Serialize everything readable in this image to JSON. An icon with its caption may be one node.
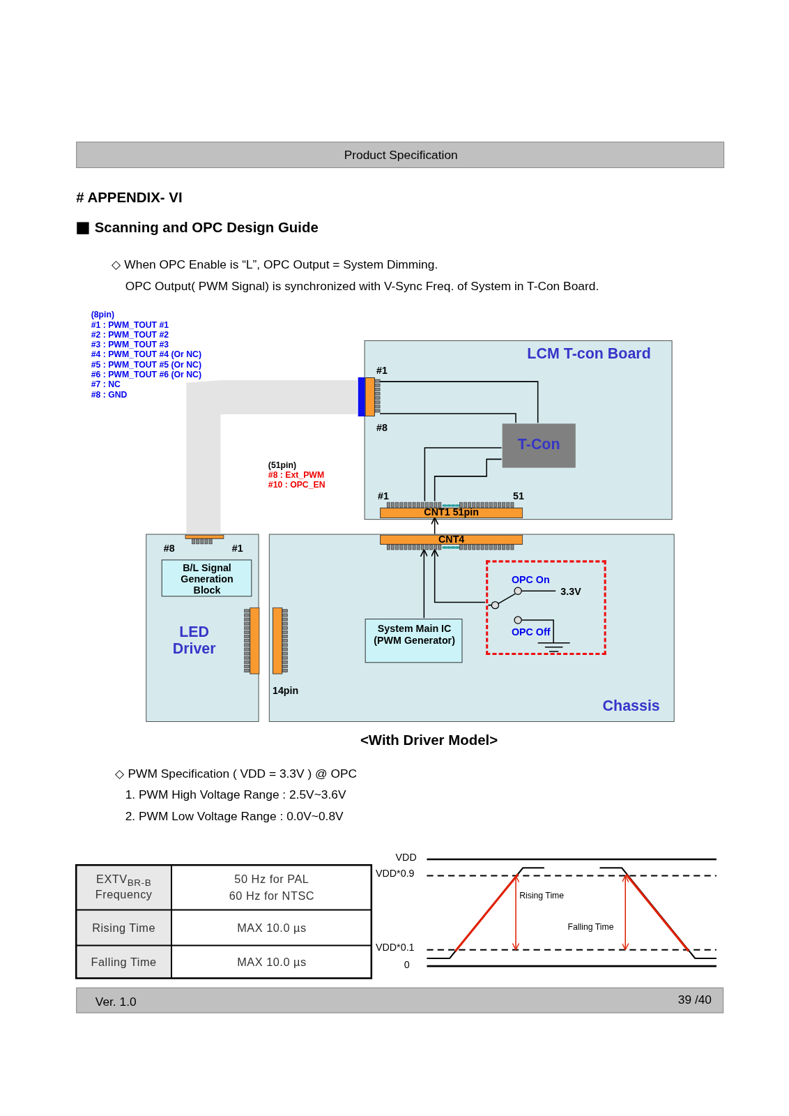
{
  "diagram": {
    "caption": "<With Driver Model>",
    "nodes": [
      {
        "text": [
          "LCM T-con Board"
        ]
      },
      {
        "text": [],
        "shape": "bar",
        "in": 0,
        "beside": [
          "#1",
          "#8"
        ]
      },
      {
        "text": [
          "T-Con"
        ],
        "in": 0
      },
      {
        "text": [
          "CNT1  51pin"
        ],
        "in": 0,
        "beside": [
          "#1",
          "51"
        ]
      },
      {
        "text": [
          "LED Driver"
        ]
      },
      {
        "text": [],
        "shape": "bar",
        "in": 4,
        "beside": [
          "#8",
          "#1"
        ]
      },
      {
        "text": [
          "B/L Signal Generation Block"
        ],
        "in": 4
      },
      {
        "text": [],
        "shape": "bar",
        "in": 4
      },
      {
        "text": [
          "Chassis"
        ]
      },
      {
        "text": [
          "CNT4"
        ],
        "in": 8
      },
      {
        "text": [],
        "shape": "bar",
        "in": 8,
        "beside": [
          "14pin"
        ]
      },
      {
        "text": [
          "System Main IC (PWM Generator)"
        ],
        "in": 8
      },
      {
        "text": [
          "OPC On",
          "3.3V",
          "OPC Off"
        ],
        "in": 8
      }
    ],
    "edges": [
      {
        "from": 5,
        "to": 1,
        "arrow": "none",
        "style": "thick",
        "color": "#e4e4e4"
      },
      {
        "from": 1,
        "to": 2,
        "arrow": "none"
      },
      {
        "from": 1,
        "to": 2,
        "arrow": "none"
      },
      {
        "from": 2,
        "to": 3,
        "arrow": "none"
      },
      {
        "from": 2,
        "to": 3,
        "arrow": "none"
      },
      {
        "from": 9,
        "to": 3,
        "arrow": "to"
      },
      {
        "from": 11,
        "to": 9,
        "arrow": "to"
      },
      {
        "from": 12,
        "to": 9,
        "arrow": "to"
      }
    ],
    "labels": [
      "Product Specification",
      "# APPENDIX- VI",
      "Scanning and OPC Design Guide",
      "◇ When OPC Enable is “L”, OPC Output = System Dimming.",
      "OPC Output( PWM Signal) is synchronized with V-Sync Freq. of System in T-Con Board.",
      "(8pin)",
      "#1 : PWM_TOUT #1",
      "#2 : PWM_TOUT #2",
      "#3 : PWM_TOUT #3",
      "#4 : PWM_TOUT #4 (Or NC)",
      "#5 : PWM_TOUT #5 (Or NC)",
      "#6 : PWM_TOUT #6 (Or NC)",
      "#7 : NC",
      "#8 : GND",
      "(51pin)",
      "#8  : Ext_PWM",
      "#10 : OPC_EN",
      "◇ PWM Specification ( VDD = 3.3V ) @ OPC",
      "1. PWM High Voltage Range : 2.5V~3.6V",
      "2. PWM Low Voltage Range :  0.0V~0.8V",
      "VDD",
      "EXTV$_{BR-B}$ Frequency",
      "50 Hz for PAL",
      "60 Hz for NTSC",
      "Rising Time",
      "MAX 10.0 µs",
      "Falling Time",
      "MAX 10.0 µs",
      "VDD*0.9",
      "Rising Time",
      "Falling Time",
      "VDD*0.1",
      "0",
      "Ver. 1.0",
      "39 /40"
    ]
  }
}
